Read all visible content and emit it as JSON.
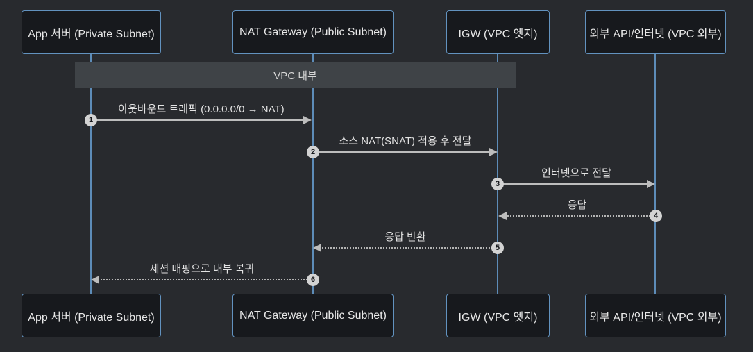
{
  "diagram": {
    "type": "sequence",
    "actors": [
      {
        "id": "app",
        "label": "App 서버 (Private Subnet)"
      },
      {
        "id": "nat",
        "label": "NAT Gateway (Public Subnet)"
      },
      {
        "id": "igw",
        "label": "IGW (VPC 엣지)"
      },
      {
        "id": "ext",
        "label": "외부 API/인터넷 (VPC 외부)"
      }
    ],
    "group_label": "VPC 내부",
    "messages": [
      {
        "num": "1",
        "label": "아웃바운드 트래픽 (0.0.0.0/0 → NAT)",
        "from": "app",
        "to": "nat",
        "style": "solid"
      },
      {
        "num": "2",
        "label": "소스 NAT(SNAT) 적용 후 전달",
        "from": "nat",
        "to": "igw",
        "style": "solid"
      },
      {
        "num": "3",
        "label": "인터넷으로 전달",
        "from": "igw",
        "to": "ext",
        "style": "solid"
      },
      {
        "num": "4",
        "label": "응답",
        "from": "ext",
        "to": "igw",
        "style": "dashed"
      },
      {
        "num": "5",
        "label": "응답 반환",
        "from": "igw",
        "to": "nat",
        "style": "dashed"
      },
      {
        "num": "6",
        "label": "세션 매핑으로 내부 복귀",
        "from": "nat",
        "to": "app",
        "style": "dashed"
      }
    ],
    "colors": {
      "background": "#282a2e",
      "actor_fill": "#17191d",
      "actor_border": "#6292bf",
      "lifeline": "#5d8cb8",
      "band_fill": "#3f4347",
      "line": "#bdbdbd",
      "text": "#e6e6e6"
    }
  }
}
